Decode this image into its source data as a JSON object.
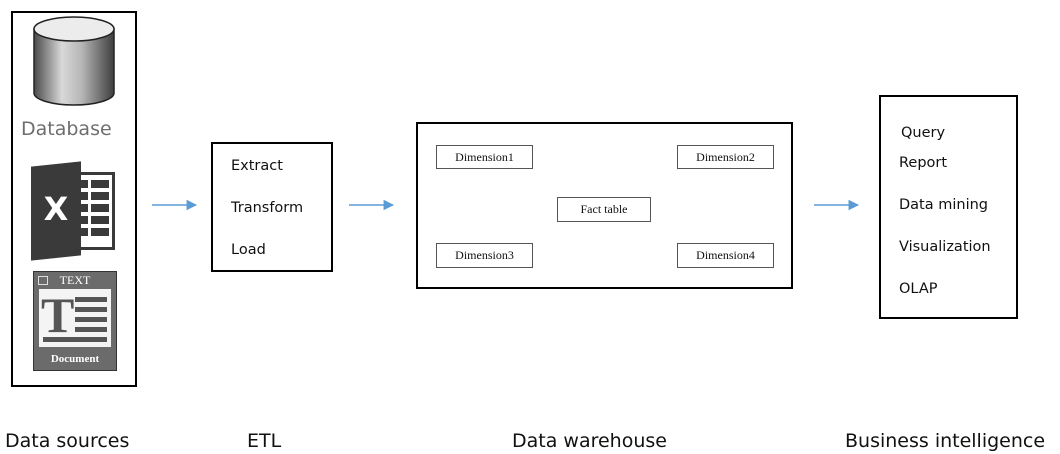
{
  "sources": {
    "database_label": "Database",
    "excel_letter": "X",
    "text_doc_header": "TEXT",
    "text_doc_letter": "T",
    "text_doc_footer": "Document"
  },
  "etl": {
    "items": [
      "Extract",
      "Transform",
      "Load"
    ]
  },
  "warehouse": {
    "dimensions": [
      "Dimension1",
      "Dimension2",
      "Dimension3",
      "Dimension4"
    ],
    "fact": "Fact table"
  },
  "bi": {
    "items": [
      "Query",
      "Report",
      "Data mining",
      "Visualization",
      "OLAP"
    ]
  },
  "stage_labels": {
    "sources": "Data sources",
    "etl": "ETL",
    "warehouse": "Data warehouse",
    "bi": "Business intelligence"
  },
  "colors": {
    "arrow": "#5b9bd5",
    "excel": "#3a3a3a",
    "db_dark": "#555555",
    "db_light": "#d8d8d8"
  }
}
